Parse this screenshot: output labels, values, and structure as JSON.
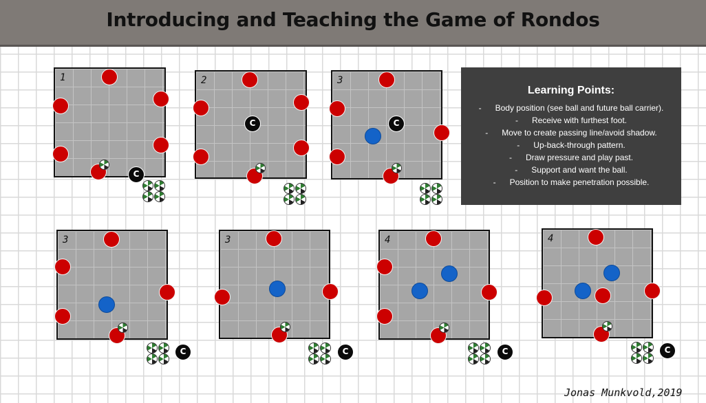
{
  "title": "Introducing and Teaching the Game of Rondos",
  "learning_points": {
    "title": "Learning Points:",
    "bullet": "-",
    "items": [
      "Body position (see ball and future ball carrier).",
      "Receive with furthest foot.",
      "Move to create passing line/avoid shadow.",
      "Up-back-through pattern.",
      "Draw pressure and play past.",
      "Support and want the ball.",
      "Position to make penetration possible."
    ]
  },
  "coach_label": "C",
  "fields": [
    {
      "label": "1"
    },
    {
      "label": "2"
    },
    {
      "label": "3"
    },
    {
      "label": "3"
    },
    {
      "label": "3"
    },
    {
      "label": "4"
    },
    {
      "label": "4"
    }
  ],
  "author": "Jonas Munkvold,2019",
  "colors": {
    "attacker": "#cc0000",
    "defender": "#1463c8",
    "coach": "#0a0a0a",
    "field": "#a6a6a6",
    "panel": "#3f3f3f",
    "header": "#7f7a76"
  }
}
